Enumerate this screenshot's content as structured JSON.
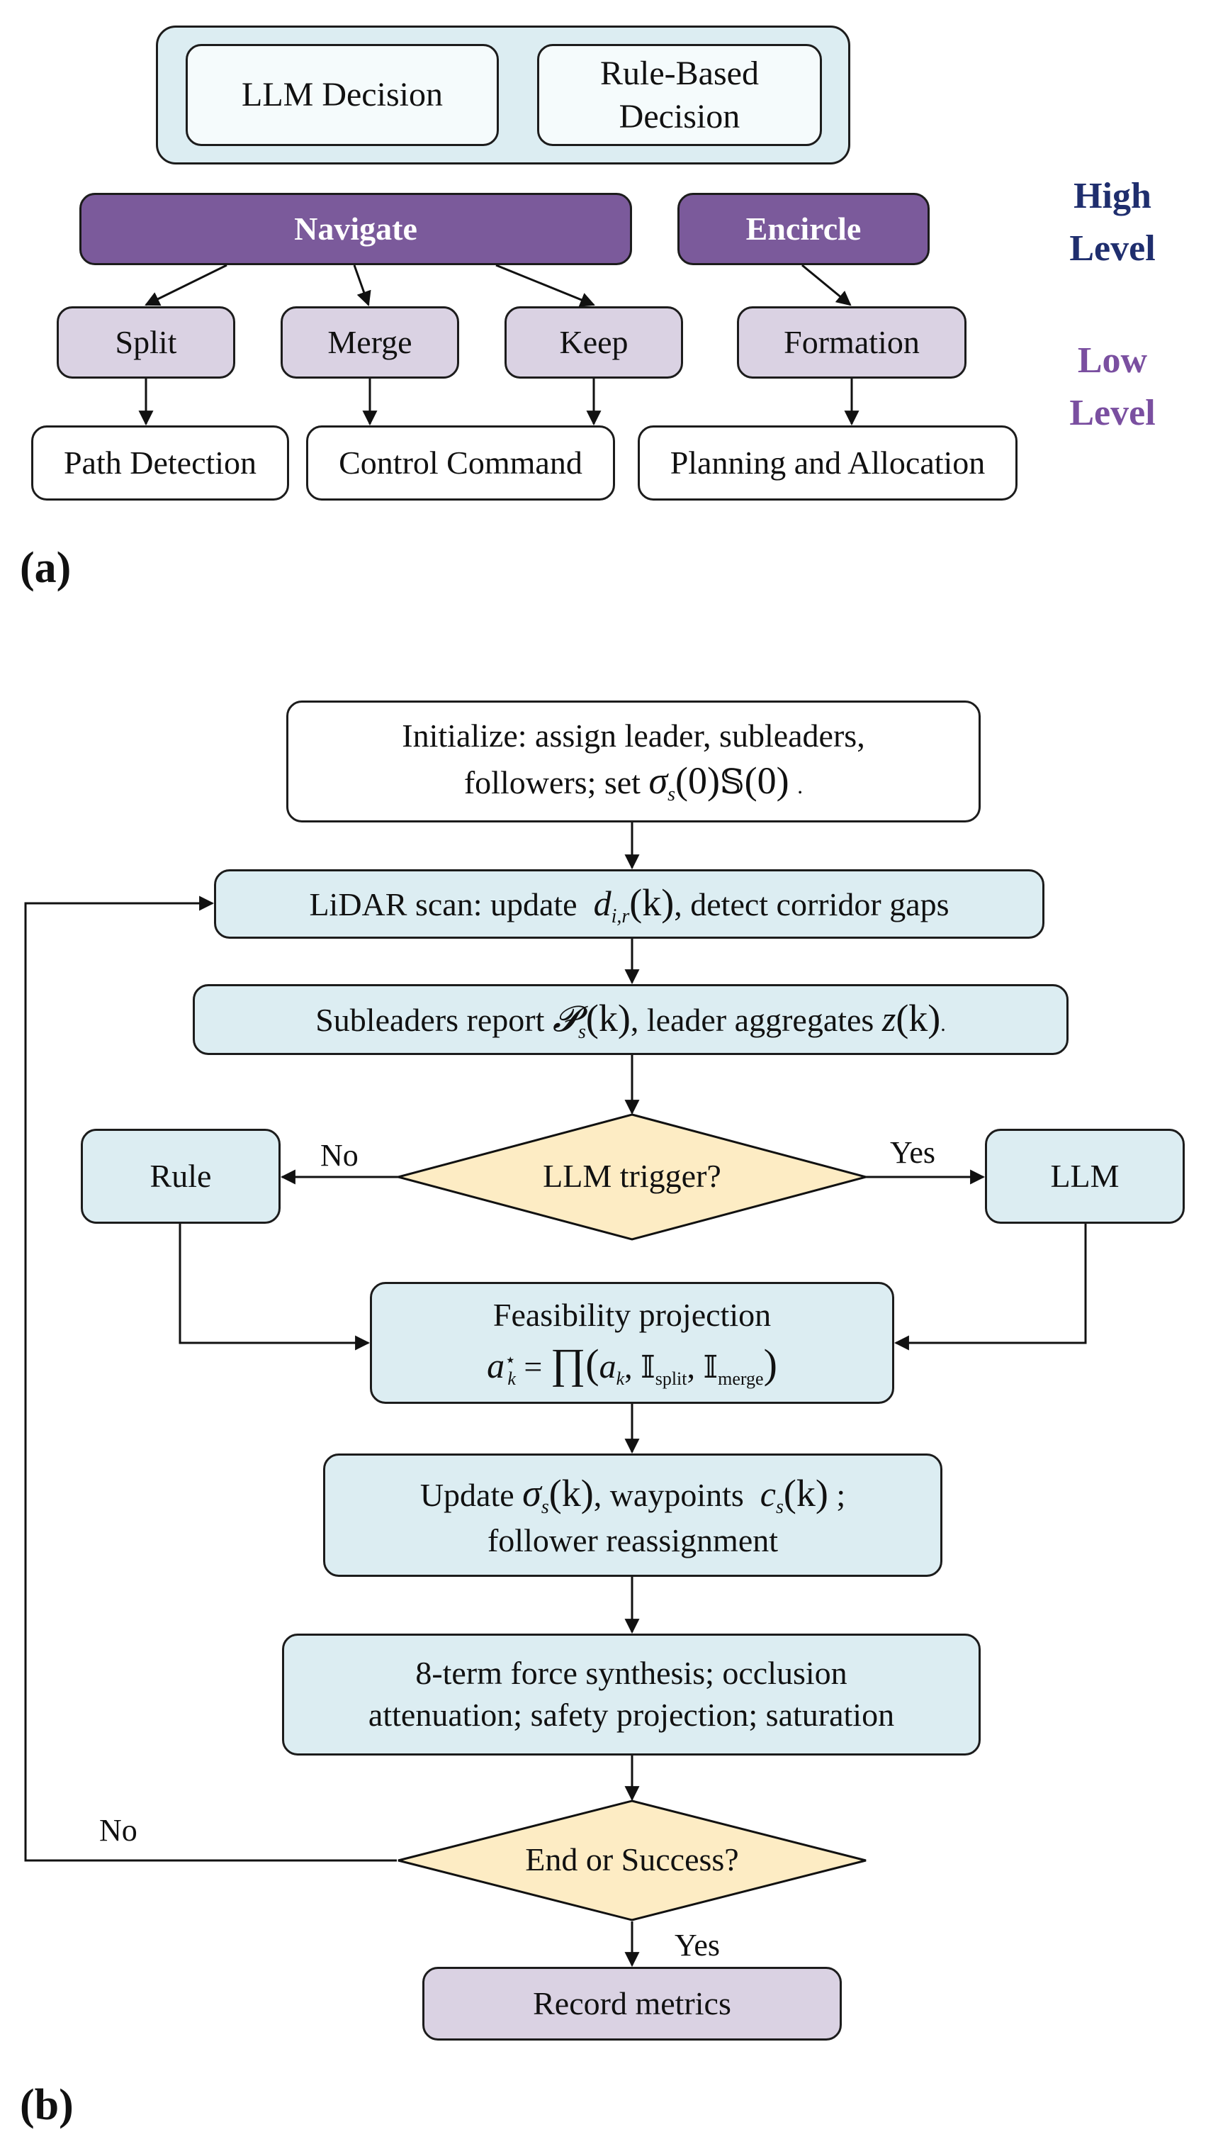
{
  "panel_a": {
    "label": "(a)",
    "decision_container": {
      "llm_decision": "LLM Decision",
      "rule_based_line1": "Rule-Based",
      "rule_based_line2": "Decision"
    },
    "high_level": {
      "navigate": "Navigate",
      "encircle": "Encircle",
      "tag_line1": "High",
      "tag_line2": "Level",
      "tag_color": "#1f2e6e"
    },
    "low_level": {
      "split": "Split",
      "merge": "Merge",
      "keep": "Keep",
      "formation": "Formation",
      "tag_line1": "Low",
      "tag_line2": "Level",
      "tag_color": "#7a4fa0"
    },
    "outputs": {
      "path_detection": "Path Detection",
      "control_command": "Control Command",
      "planning_allocation": "Planning and Allocation"
    }
  },
  "panel_b": {
    "label": "(b)",
    "init": {
      "line1": "Initialize: assign leader, subleaders,",
      "line2_pre": "followers; set ",
      "sigma": "σ",
      "sigma_sub": "s",
      "arg0": "(0)",
      "S": "𝕊",
      "arg0b": "(0)",
      "dot": "."
    },
    "lidar": {
      "pre": "LiDAR scan: update ",
      "d": "d",
      "d_sub": "i,r",
      "arg": "(k)",
      "post": ", detect corridor gaps"
    },
    "report": {
      "pre": "Subleaders report ",
      "P": "𝓟",
      "P_sub": "s",
      "arg": "(k)",
      "mid": ",  leader aggregates ",
      "z": "z",
      "arg2": "(k)",
      "dot": "."
    },
    "trigger": "LLM trigger?",
    "rule": "Rule",
    "llm": "LLM",
    "no_label": "No",
    "yes_label": "Yes",
    "feasibility": {
      "line1": "Feasibility projection",
      "a": "a",
      "a_sub": "k",
      "a_sup": "⋆",
      "eq": " = ",
      "prod": "∏",
      "open": "(",
      "a2": "a",
      "a2_sub": "k",
      "comma1": ", ",
      "I1": "𝕀",
      "I1_sub": "split",
      "comma2": ", ",
      "I2": "𝕀",
      "I2_sub": "merge",
      "close": ")"
    },
    "update": {
      "pre": "Update ",
      "sigma": "σ",
      "sigma_sub": "s",
      "arg": "(k)",
      "mid": ", waypoints ",
      "c": "c",
      "c_sub": "s",
      "arg2": "(k)",
      "semi": " ;",
      "line2": "follower reassignment"
    },
    "force": {
      "line1": "8-term force synthesis; occlusion",
      "line2": "attenuation; safety projection; saturation"
    },
    "end_check": "End or Success?",
    "loop_no": "No",
    "end_yes": "Yes",
    "record": "Record metrics"
  },
  "colors": {
    "blue_box": "#dcedf2",
    "lavender_box": "#dad2e3",
    "purple_box": "#7b5a9b",
    "diamond": "#fdecc4"
  }
}
